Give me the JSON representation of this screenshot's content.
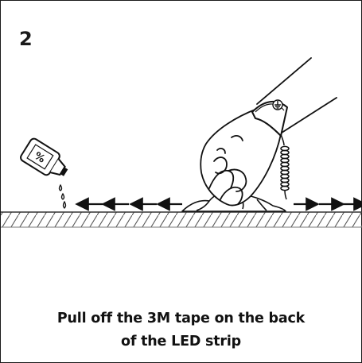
{
  "step": {
    "number": "2"
  },
  "bottle": {
    "label": "%"
  },
  "caption": {
    "line1": "Pull off the 3M tape on the back",
    "line2": "of the LED strip"
  },
  "icons": {
    "bottle": "alcohol-bottle-icon",
    "ground": "ground-symbol-icon"
  }
}
